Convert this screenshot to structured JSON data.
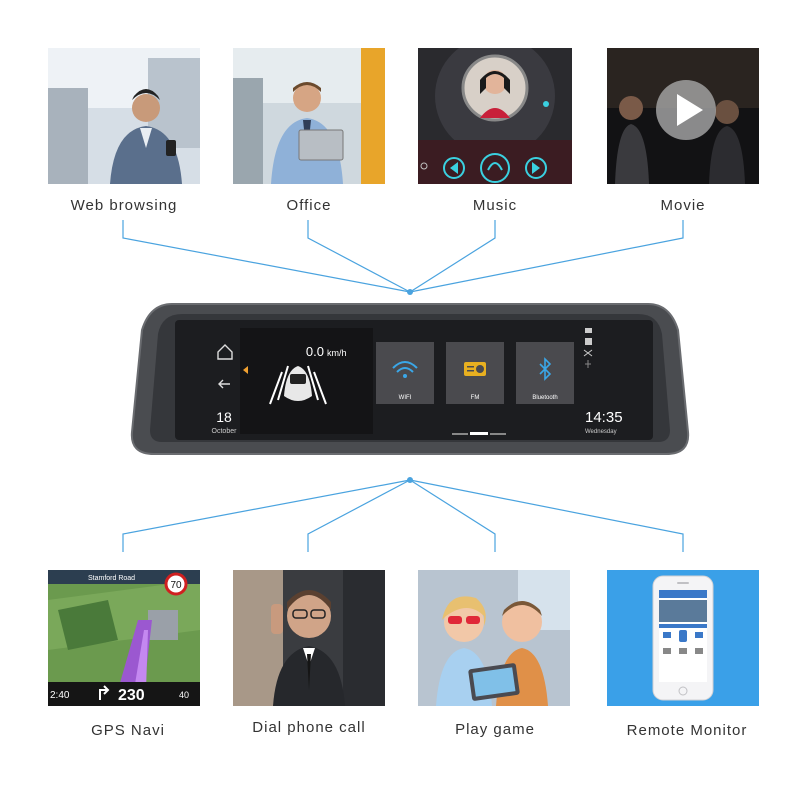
{
  "top_features": [
    {
      "label": "Web browsing",
      "image": "man-in-car-with-phone"
    },
    {
      "label": "Office",
      "image": "man-with-tablet-in-car"
    },
    {
      "label": "Music",
      "image": "music-player-screen"
    },
    {
      "label": "Movie",
      "image": "movie-play-screen"
    }
  ],
  "bottom_features": [
    {
      "label": "GPS Navi",
      "image": "gps-map-screen"
    },
    {
      "label": "Dial phone call",
      "image": "man-on-phone-call"
    },
    {
      "label": "Play game",
      "image": "kids-playing-tablet"
    },
    {
      "label": "Remote Monitor",
      "image": "smartphone-app"
    }
  ],
  "device": {
    "speed": "0.0",
    "speed_unit": "km/h",
    "date_day": "18",
    "date_month": "October",
    "time": "14:35",
    "weekday": "Wednesday",
    "apps": [
      {
        "label": "WIFI",
        "icon": "wifi-icon"
      },
      {
        "label": "FM",
        "icon": "radio-icon"
      },
      {
        "label": "Bluetooth",
        "icon": "bluetooth-icon"
      }
    ],
    "nav_icons": [
      "home-icon",
      "back-icon"
    ]
  },
  "gps_screen": {
    "street": "Stamford Road",
    "speed_limit": "70",
    "distance": "230",
    "time_left": "2:40",
    "speed": "40"
  },
  "colors": {
    "connector": "#4aa3df",
    "device_frame": "#4a4c50",
    "screen_bg": "#1c1d20",
    "remote_bg": "#3aa0e8"
  }
}
